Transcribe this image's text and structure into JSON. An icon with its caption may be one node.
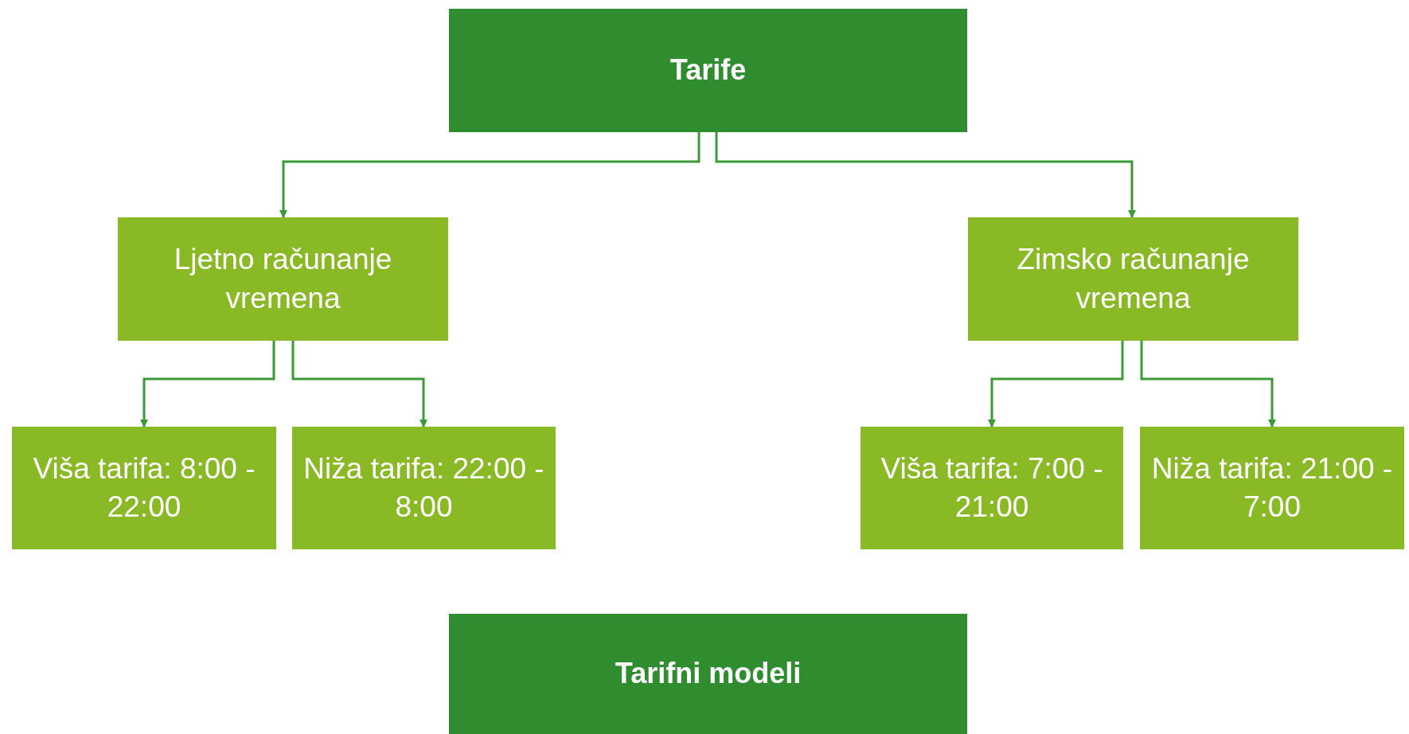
{
  "diagram": {
    "nodes": [
      {
        "text": [
          "Tarife"
        ]
      },
      {
        "text": [
          "Ljetno računanje vremena"
        ]
      },
      {
        "text": [
          "Zimsko računanje vremena"
        ]
      },
      {
        "text": [
          "Viša tarifa: 8:00 - 22:00"
        ]
      },
      {
        "text": [
          "Niža tarifa: 22:00 - 8:00"
        ]
      },
      {
        "text": [
          "Viša tarifa: 7:00 - 21:00"
        ]
      },
      {
        "text": [
          "Niža tarifa: 21:00 - 7:00"
        ]
      },
      {
        "text": [
          "Tarifni modeli"
        ]
      }
    ],
    "edges": [
      {
        "from": 0,
        "to": 1,
        "arrow": "to"
      },
      {
        "from": 0,
        "to": 2,
        "arrow": "to"
      },
      {
        "from": 1,
        "to": 3,
        "arrow": "to"
      },
      {
        "from": 1,
        "to": 4,
        "arrow": "to"
      },
      {
        "from": 2,
        "to": 5,
        "arrow": "to"
      },
      {
        "from": 2,
        "to": 6,
        "arrow": "to"
      }
    ]
  }
}
